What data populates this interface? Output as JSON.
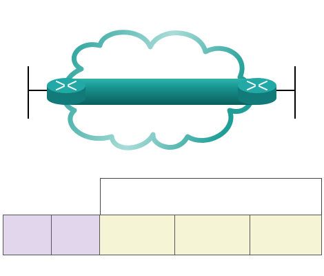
{
  "diagram": {
    "link": {
      "from": "router-left",
      "to": "router-right",
      "medium": "wan-cloud"
    },
    "colors": {
      "cloud_stroke_dark": "#1e9e96",
      "cloud_stroke_light": "#a9dcd8",
      "router_body": "#127a78",
      "router_top": "#22a9a6",
      "router_arrows": "#ffffff",
      "pipe_dark": "#0b5f5c",
      "pipe_mid": "#17938f",
      "pipe_light": "#2fb3ad",
      "line": "#000000",
      "header_fill": "#e1d6eb",
      "payload_fill": "#f5f5d6",
      "cell_border": "#555555",
      "bracket_stroke": "#444444"
    },
    "icons": [
      "router-icon",
      "router-icon",
      "cloud-icon"
    ],
    "frame": {
      "cells": [
        {
          "kind": "header",
          "text": ""
        },
        {
          "kind": "header",
          "text": ""
        },
        {
          "kind": "payload",
          "text": ""
        },
        {
          "kind": "payload",
          "text": ""
        },
        {
          "kind": "payload",
          "text": ""
        }
      ],
      "bracket_label": ""
    }
  }
}
